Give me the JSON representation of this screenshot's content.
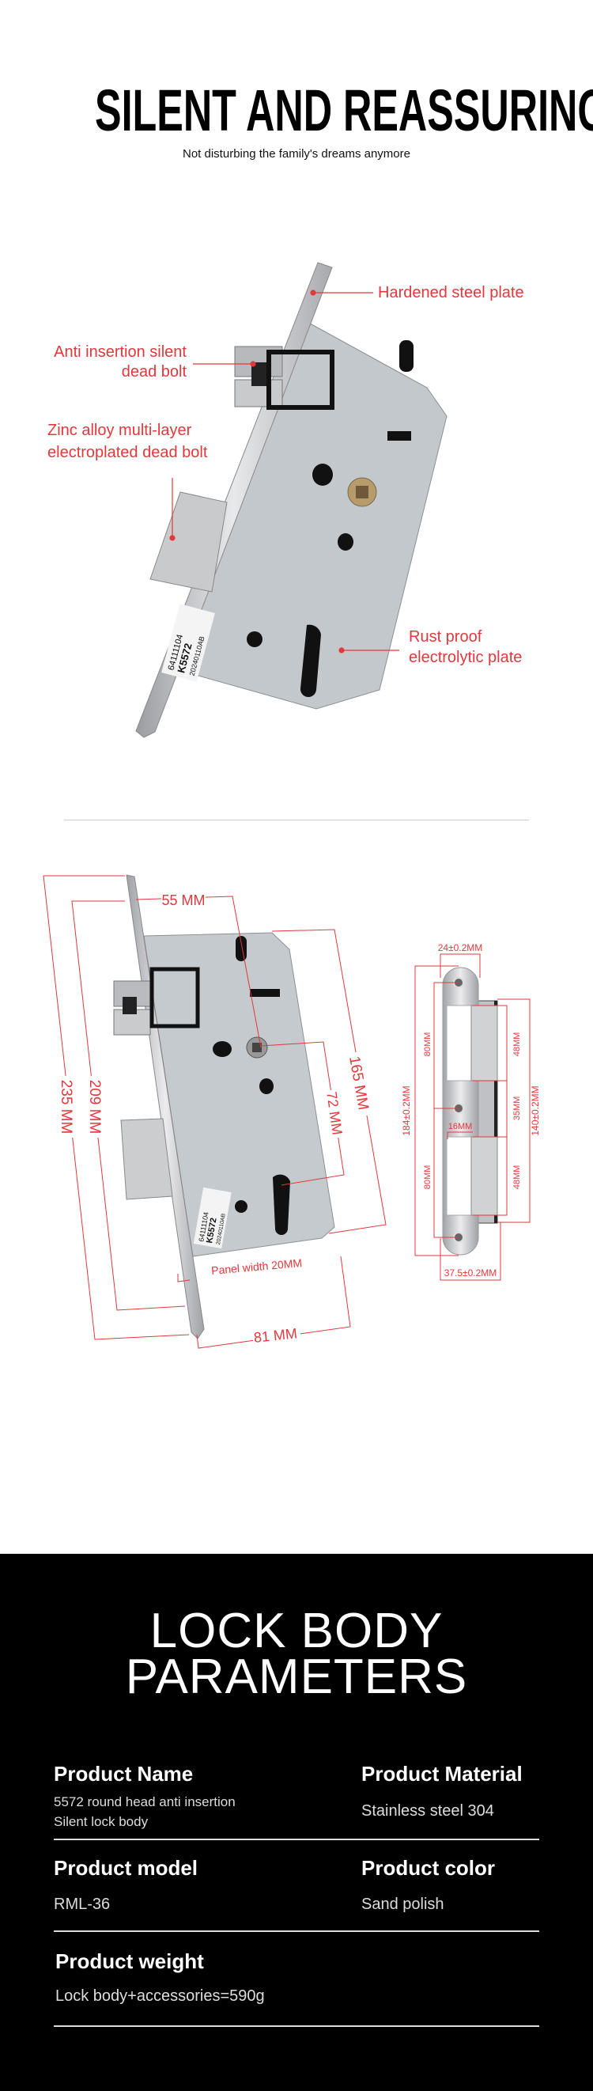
{
  "header": {
    "title": "SILENT AND REASSURING",
    "subtitle": "Not disturbing the family's dreams anymore"
  },
  "feature_image": {
    "callouts": {
      "hardened_plate": "Hardened steel plate",
      "anti_insertion_line1": "Anti insertion silent",
      "anti_insertion_line2": "dead bolt",
      "zinc_line1": "Zinc alloy multi-layer",
      "zinc_line2": "electroplated dead bolt",
      "rust_line1": "Rust proof",
      "rust_line2": "electrolytic plate"
    },
    "label_text": [
      "64111104",
      "K5572",
      "20240110AB"
    ]
  },
  "dimensions": {
    "lock": {
      "total_height": "235 MM",
      "screw_spacing": "209 MM",
      "backset": "55 MM",
      "body_height": "165 MM",
      "center_distance": "72 MM",
      "panel_width": "Panel width 20MM",
      "depth": "81 MM"
    },
    "strike": {
      "top_width": "24±0.2MM",
      "total_length": "184±0.2MM",
      "hole_spacing_upper": "80MM",
      "hole_spacing_lower": "80MM",
      "window_upper": "48MM",
      "middle": "35MM",
      "window_lower": "48MM",
      "box_length": "140±0.2MM",
      "window_width": "16MM",
      "total_width": "37.5±0.2MM"
    }
  },
  "parameters": {
    "title_line1": "LOCK BODY",
    "title_line2": "PARAMETERS",
    "items": [
      {
        "label": "Product Name",
        "value_line1": "5572 round head anti insertion",
        "value_line2": "Silent lock body"
      },
      {
        "label": "Product Material",
        "value": "Stainless steel 304"
      },
      {
        "label": "Product model",
        "value": "RML-36"
      },
      {
        "label": "Product color",
        "value": "Sand polish"
      },
      {
        "label": "Product weight",
        "value": "Lock body+accessories=590g"
      }
    ]
  },
  "colors": {
    "accent_red": "#e2383c",
    "dark_bg": "#000000"
  }
}
